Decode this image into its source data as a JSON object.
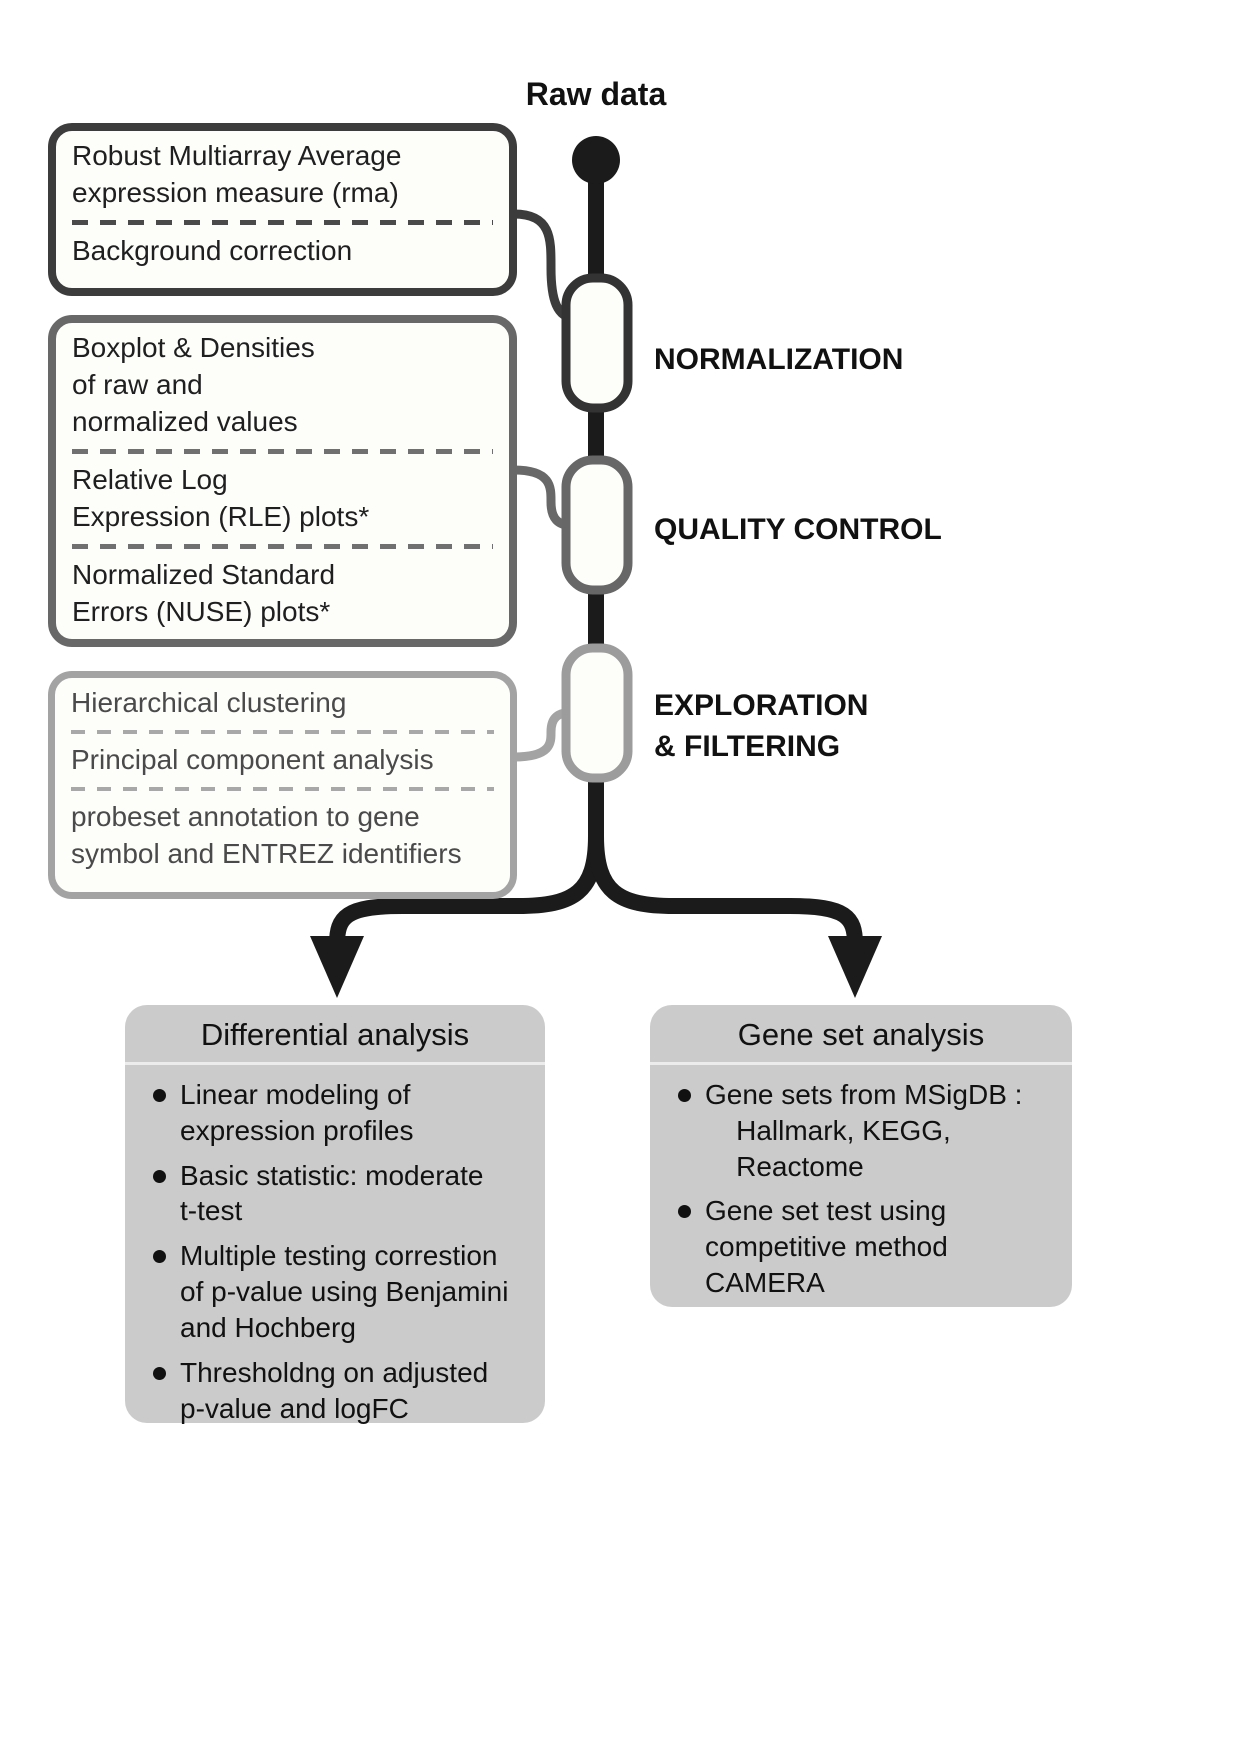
{
  "title": "Raw data",
  "stages": [
    {
      "label": "NORMALIZATION"
    },
    {
      "label": "QUALITY CONTROL"
    },
    {
      "label": "EXPLORATION\n& FILTERING"
    }
  ],
  "process_boxes": [
    {
      "items": [
        "Robust Multiarray Average\nexpression measure (rma)",
        "Background correction"
      ]
    },
    {
      "items": [
        "Boxplot & Densities\nof raw and\nnormalized values",
        "Relative Log\nExpression (RLE) plots*",
        "Normalized Standard\nErrors (NUSE) plots*"
      ]
    },
    {
      "items": [
        "Hierarchical clustering",
        "Principal component analysis",
        "probeset annotation to gene\nsymbol and ENTREZ identifiers"
      ]
    }
  ],
  "differential": {
    "title": "Differential analysis",
    "bullets": [
      "Linear modeling of\nexpression profiles",
      "Basic statistic: moderate\nt-test",
      "Multiple testing correstion\nof p-value using Benjamini\nand Hochberg",
      "Thresholdng on adjusted\np-value and logFC"
    ]
  },
  "gene_set": {
    "title": "Gene set analysis",
    "bullets": [
      "Gene sets from MSigDB :\n    Hallmark, KEGG,\n    Reactome",
      "Gene set test using\ncompetitive method\nCAMERA"
    ]
  },
  "colors": {
    "spine": "#1b1b1b",
    "stage1_border": "#333333",
    "stage2_border": "#676767",
    "stage3_border": "#9c9c9c",
    "node_fill": "#fdfdfa",
    "analysis_bg": "#cbcbcb"
  }
}
